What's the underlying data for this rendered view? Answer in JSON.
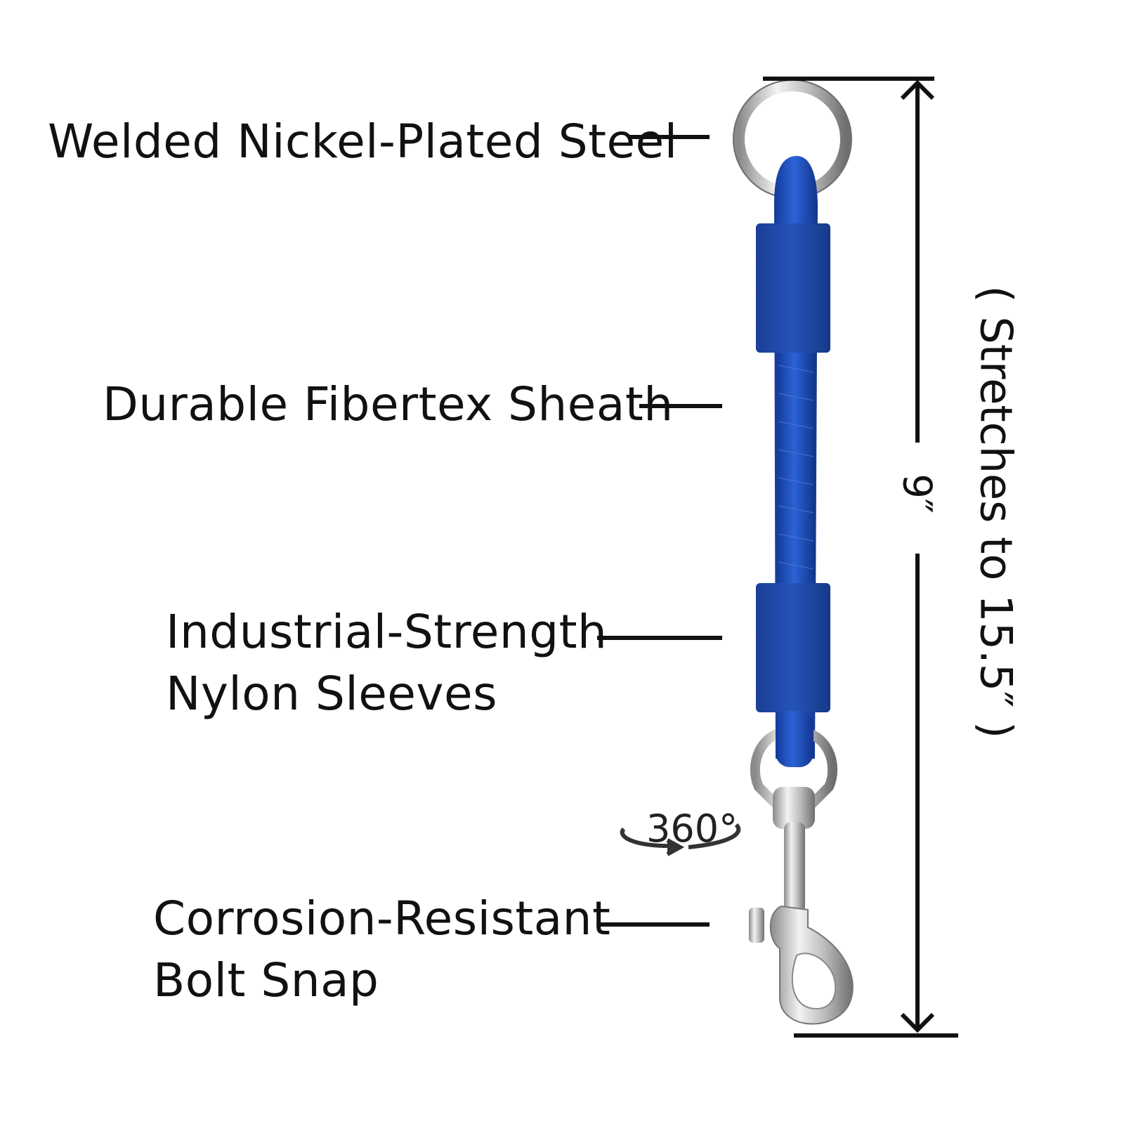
{
  "labels": {
    "ring": "Welded Nickel-Plated Steel",
    "sheath": "Durable Fibertex Sheath",
    "sleeves_line1": "Industrial-Strength",
    "sleeves_line2": "Nylon Sleeves",
    "snap_line1": "Corrosion-Resistant",
    "snap_line2": "Bolt Snap"
  },
  "rotation": {
    "text": "360°"
  },
  "dimensions": {
    "length": "9″",
    "stretch": "( Stretches to 15.5″ )"
  },
  "colors": {
    "cord": "#1f4fbf",
    "sleeve": "#1e4aa8",
    "metal": "#c9c9c9",
    "text": "#111111"
  }
}
